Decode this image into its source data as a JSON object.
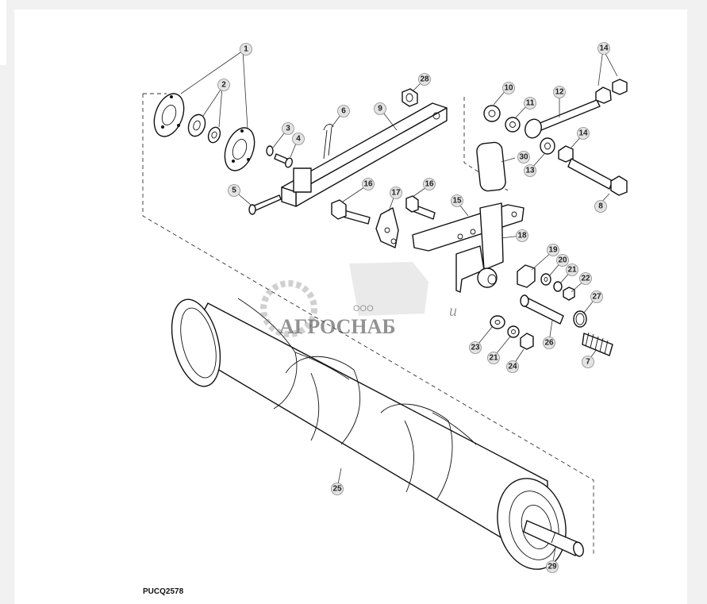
{
  "diagram": {
    "drawing_code": "PUCQ2578",
    "callouts": [
      "1",
      "2",
      "3",
      "4",
      "5",
      "6",
      "9",
      "28",
      "10",
      "11",
      "12",
      "14",
      "30",
      "13",
      "14",
      "8",
      "16",
      "17",
      "16",
      "15",
      "18",
      "19",
      "20",
      "21",
      "22",
      "27",
      "23",
      "21",
      "24",
      "26",
      "7",
      "25",
      "29"
    ],
    "watermark": {
      "company_prefix": "ООО",
      "company_name": "АГРОСНАБ",
      "stray_letter": "u"
    }
  }
}
